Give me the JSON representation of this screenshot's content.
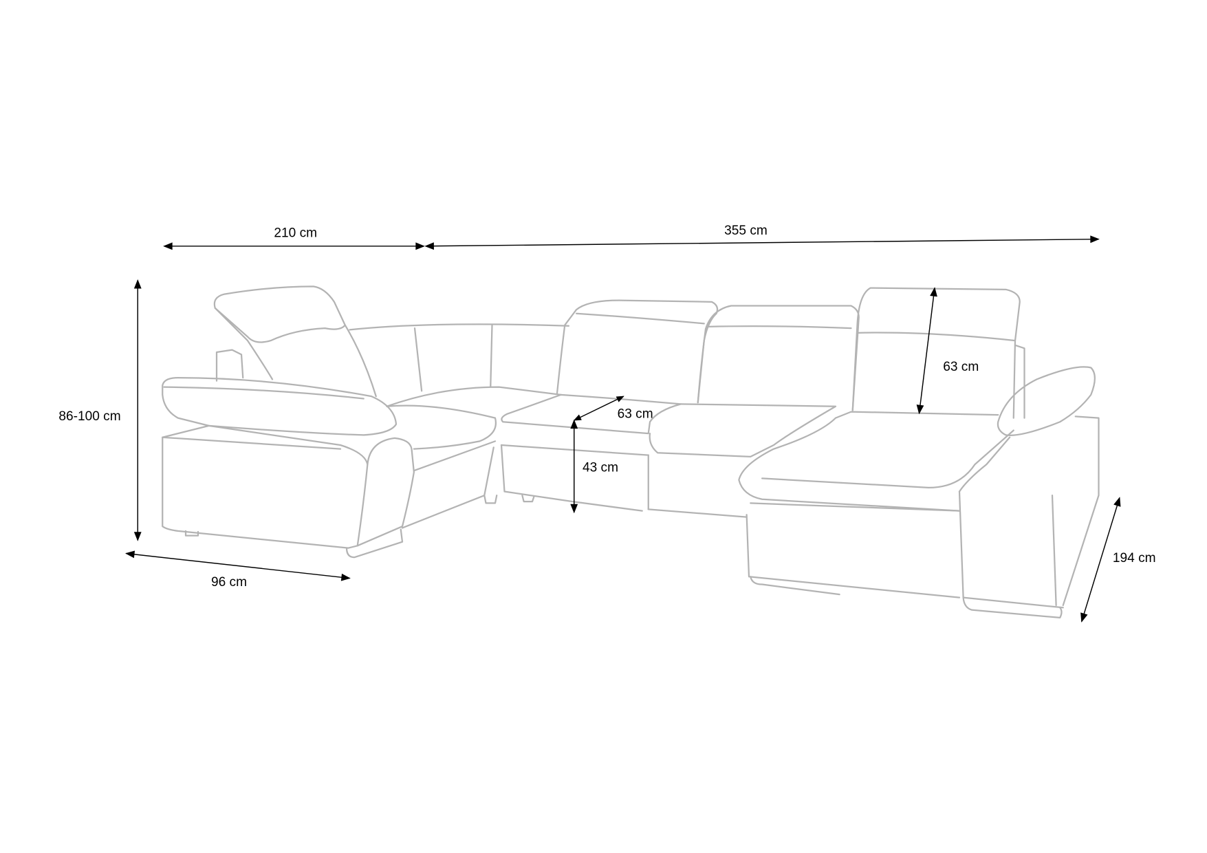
{
  "diagram": {
    "colors": {
      "outline": "#b3b3b3",
      "dimension": "#000000",
      "background": "#ffffff"
    },
    "dimensions": {
      "left_width": "210 cm",
      "right_width": "355 cm",
      "height": "86-100 cm",
      "depth": "96 cm",
      "seat_depth": "63 cm",
      "seat_height": "43 cm",
      "backrest_height": "63 cm",
      "chaise_length": "194 cm"
    }
  }
}
